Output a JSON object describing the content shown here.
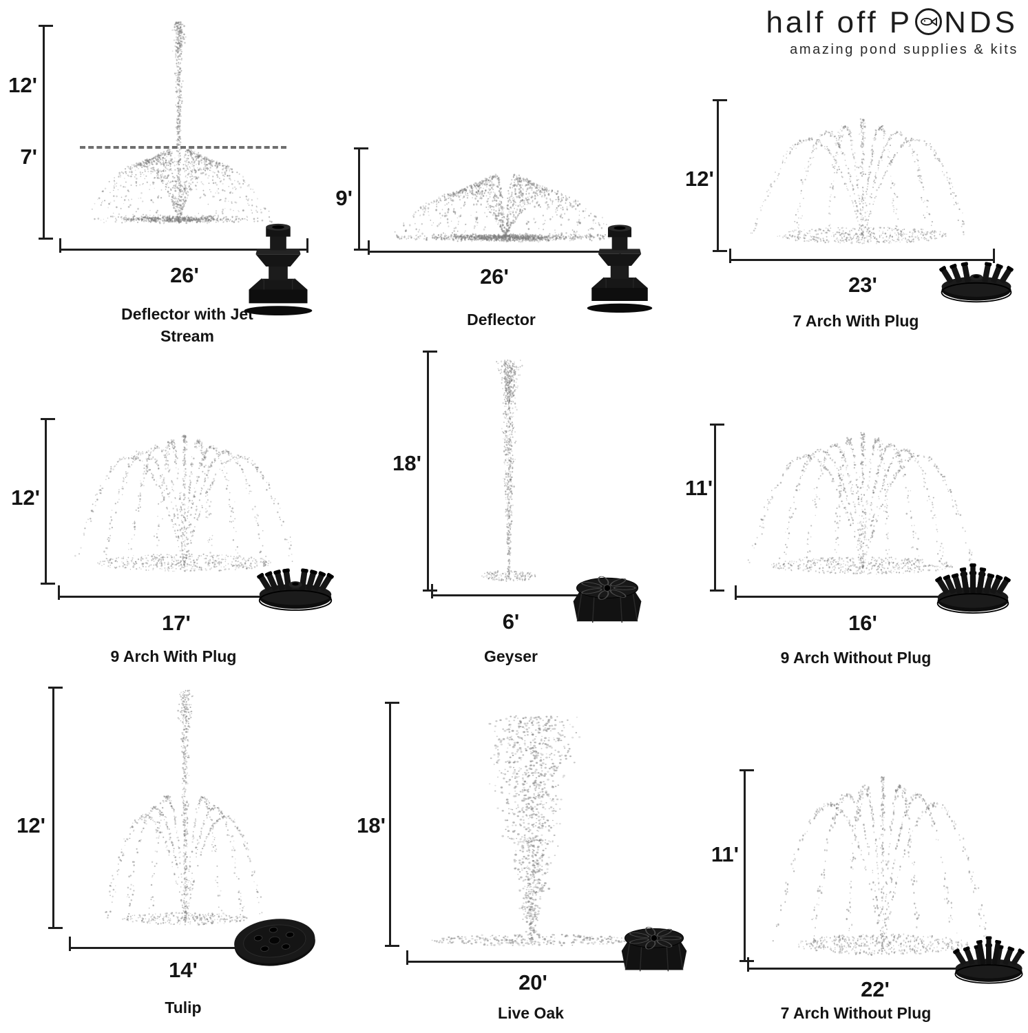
{
  "logo": {
    "brand_prefix": "half off",
    "brand_letter_p": "P",
    "brand_o_symbol": "O",
    "brand_letters_rest": "NDS",
    "fish_icon": "fish-in-o-icon",
    "tagline": "amazing pond supplies & kits",
    "text_color": "#1c1c1c"
  },
  "cells": [
    {
      "name": "Deflector with Jet Stream",
      "height_label": "12'",
      "height_label_secondary": "7'",
      "width_label": "26'",
      "spray_key": "deflectorJet",
      "spray_icon": "deflector-with-jet-spray",
      "nozzle_key": "deflector",
      "nozzle_icon": "deflector-nozzle"
    },
    {
      "name": "Deflector",
      "height_label": "9'",
      "width_label": "26'",
      "spray_key": "deflector",
      "spray_icon": "deflector-spray",
      "nozzle_key": "deflector",
      "nozzle_icon": "deflector-nozzle"
    },
    {
      "name": "7 Arch With Plug",
      "height_label": "12'",
      "width_label": "23'",
      "spray_key": "arch7a",
      "spray_icon": "seven-arch-spray",
      "nozzle_key": "crown7plug",
      "nozzle_icon": "seven-arch-plug-nozzle"
    },
    {
      "name": "9 Arch With Plug",
      "height_label": "12'",
      "width_label": "17'",
      "spray_key": "arch9a",
      "spray_icon": "nine-arch-spray",
      "nozzle_key": "crown9plug",
      "nozzle_icon": "nine-arch-plug-nozzle"
    },
    {
      "name": "Geyser",
      "height_label": "18'",
      "width_label": "6'",
      "spray_key": "geyser",
      "spray_icon": "geyser-spray",
      "nozzle_key": "geyserCap",
      "nozzle_icon": "geyser-nozzle"
    },
    {
      "name": "9 Arch Without Plug",
      "height_label": "11'",
      "width_label": "16'",
      "spray_key": "arch9b",
      "spray_icon": "nine-arch-spray",
      "nozzle_key": "crown9open",
      "nozzle_icon": "nine-arch-open-nozzle"
    },
    {
      "name": "Tulip",
      "height_label": "12'",
      "width_label": "14'",
      "spray_key": "tulip",
      "spray_icon": "tulip-spray",
      "nozzle_key": "disc",
      "nozzle_icon": "tulip-disc-nozzle"
    },
    {
      "name": "Live Oak",
      "height_label": "18'",
      "width_label": "20'",
      "spray_key": "liveoak",
      "spray_icon": "live-oak-spray",
      "nozzle_key": "geyserCap",
      "nozzle_icon": "live-oak-nozzle"
    },
    {
      "name": "7 Arch Without Plug",
      "height_label": "11'",
      "width_label": "22'",
      "spray_key": "arch7b",
      "spray_icon": "seven-arch-spray",
      "nozzle_key": "crown7open",
      "nozzle_icon": "seven-arch-open-nozzle"
    }
  ],
  "spray_color": "#7d7d7d",
  "line_color": "#1e1e1e"
}
